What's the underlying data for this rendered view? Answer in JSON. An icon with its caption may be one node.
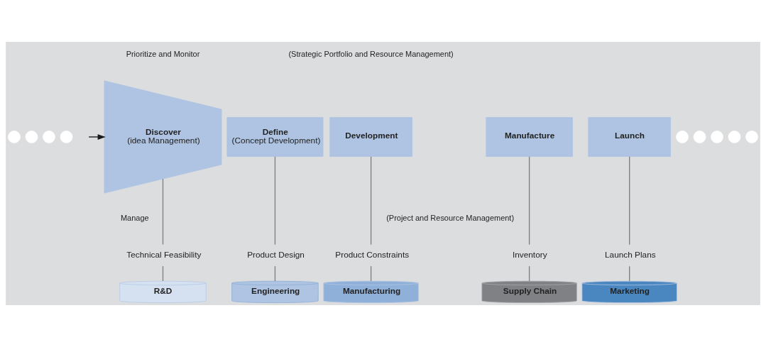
{
  "diagram": {
    "nodes": [
      {
        "text": [
          "Discover",
          "(idea Management)"
        ],
        "beside": [
          "Prioritize and Monitor",
          "Manage"
        ]
      },
      {
        "text": [
          "Define",
          "(Concept Development)"
        ]
      },
      {
        "text": [
          "Development"
        ]
      },
      {
        "text": [
          "Manufacture"
        ]
      },
      {
        "text": [
          "Launch"
        ]
      },
      {
        "text": [
          "Technical Feasibility"
        ]
      },
      {
        "text": [
          "Product Design"
        ]
      },
      {
        "text": [
          "Product Constraints"
        ]
      },
      {
        "text": [
          "Inventory"
        ]
      },
      {
        "text": [
          "Launch Plans"
        ]
      },
      {
        "text": [
          "R&D"
        ]
      },
      {
        "text": [
          "Engineering"
        ]
      },
      {
        "text": [
          "Manufacturing"
        ]
      },
      {
        "text": [
          "Supply Chain"
        ]
      },
      {
        "text": [
          "Marketing"
        ]
      },
      {
        "text": [],
        "shape": "circle"
      },
      {
        "text": [],
        "shape": "circle"
      },
      {
        "text": [],
        "shape": "circle"
      },
      {
        "text": [],
        "shape": "circle"
      },
      {
        "text": [],
        "shape": "circle"
      },
      {
        "text": [],
        "shape": "circle"
      },
      {
        "text": [],
        "shape": "circle"
      },
      {
        "text": [],
        "shape": "circle"
      },
      {
        "text": [],
        "shape": "circle"
      }
    ],
    "edges": [
      {
        "from": null,
        "to": 0,
        "arrow": "to",
        "color": "#1a1a1a"
      },
      {
        "from": 0,
        "to": 5,
        "arrow": "none"
      },
      {
        "from": 5,
        "to": 10,
        "arrow": "none"
      },
      {
        "from": 1,
        "to": 6,
        "arrow": "none"
      },
      {
        "from": 6,
        "to": 11,
        "arrow": "none"
      },
      {
        "from": 2,
        "to": 7,
        "arrow": "none"
      },
      {
        "from": 7,
        "to": 12,
        "arrow": "none"
      },
      {
        "from": 3,
        "to": 8,
        "arrow": "none"
      },
      {
        "from": 8,
        "to": 13,
        "arrow": "none"
      },
      {
        "from": 4,
        "to": 9,
        "arrow": "none"
      },
      {
        "from": 9,
        "to": 14,
        "arrow": "none"
      }
    ],
    "labels": [
      "(Strategic Portfolio and Resource Management)",
      "(Project and Resource Management)"
    ]
  }
}
